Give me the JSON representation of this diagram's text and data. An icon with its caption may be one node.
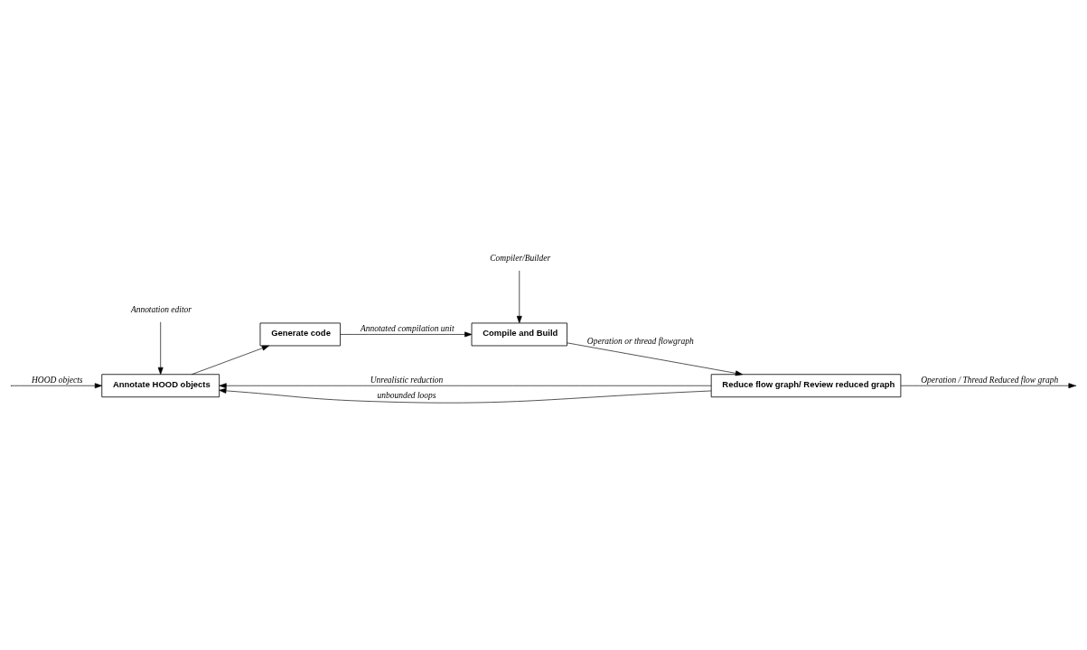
{
  "diagram": {
    "nodes": [
      {
        "text": [
          "Annotation editor"
        ]
      },
      {
        "text": [
          "Compiler/Builder"
        ]
      },
      {
        "text": [
          "Annotate HOOD objects"
        ]
      },
      {
        "text": [
          "Generate code"
        ]
      },
      {
        "text": [
          "Compile and Build"
        ]
      },
      {
        "text": [
          "Reduce flow graph/ Review reduced graph"
        ]
      }
    ],
    "edges": [
      {
        "from": null,
        "to": 2,
        "arrow": "to",
        "label": "HOOD objects"
      },
      {
        "from": 0,
        "to": 2,
        "arrow": "to"
      },
      {
        "from": 2,
        "to": 3,
        "arrow": "to"
      },
      {
        "from": 3,
        "to": 4,
        "arrow": "to",
        "label": "Annotated compilation unit"
      },
      {
        "from": 1,
        "to": 4,
        "arrow": "to"
      },
      {
        "from": 4,
        "to": 5,
        "arrow": "to",
        "label": "Operation or thread flowgraph"
      },
      {
        "from": 5,
        "to": 2,
        "arrow": "to",
        "label": "Unrealistic reduction"
      },
      {
        "from": 5,
        "to": 2,
        "arrow": "to",
        "label": "unbounded loops"
      },
      {
        "from": 5,
        "to": null,
        "arrow": "to",
        "label": "Operation / Thread Reduced flow graph"
      }
    ]
  }
}
